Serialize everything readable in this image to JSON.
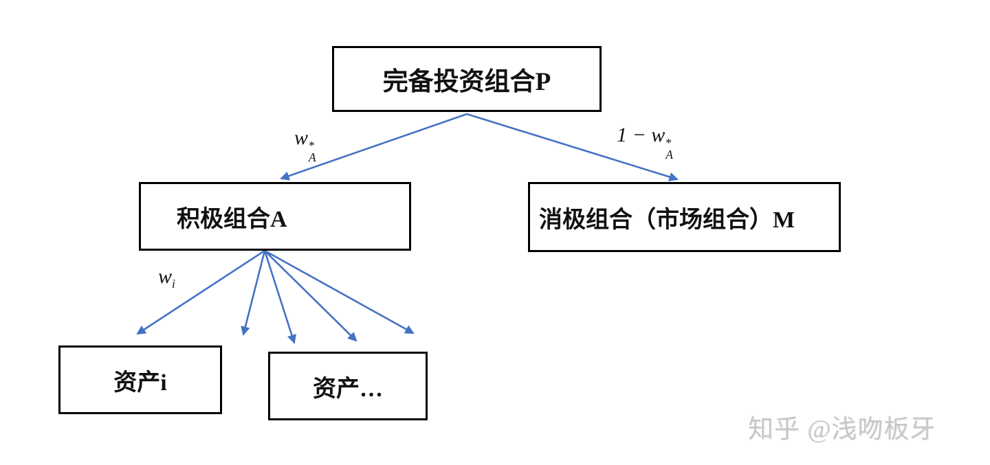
{
  "colors": {
    "arrow": "#4472C4",
    "box-border": "#000000",
    "box-text": "#111111",
    "watermark": "#c8c8c8"
  },
  "nodes": {
    "complete_portfolio": "完备投资组合P",
    "active_portfolio": "积极组合A",
    "passive_portfolio": "消极组合（市场组合）M",
    "asset_i": "资产i",
    "asset_more": "资产…"
  },
  "edge_labels": {
    "weight_active": {
      "var": "w",
      "sup": "*",
      "sub": "A"
    },
    "weight_passive": {
      "prefix": "1 − ",
      "var": "w",
      "sup": "*",
      "sub": "A"
    },
    "weight_asset": {
      "var": "w",
      "sub": "i"
    }
  },
  "watermark": "知乎 @浅吻板牙"
}
